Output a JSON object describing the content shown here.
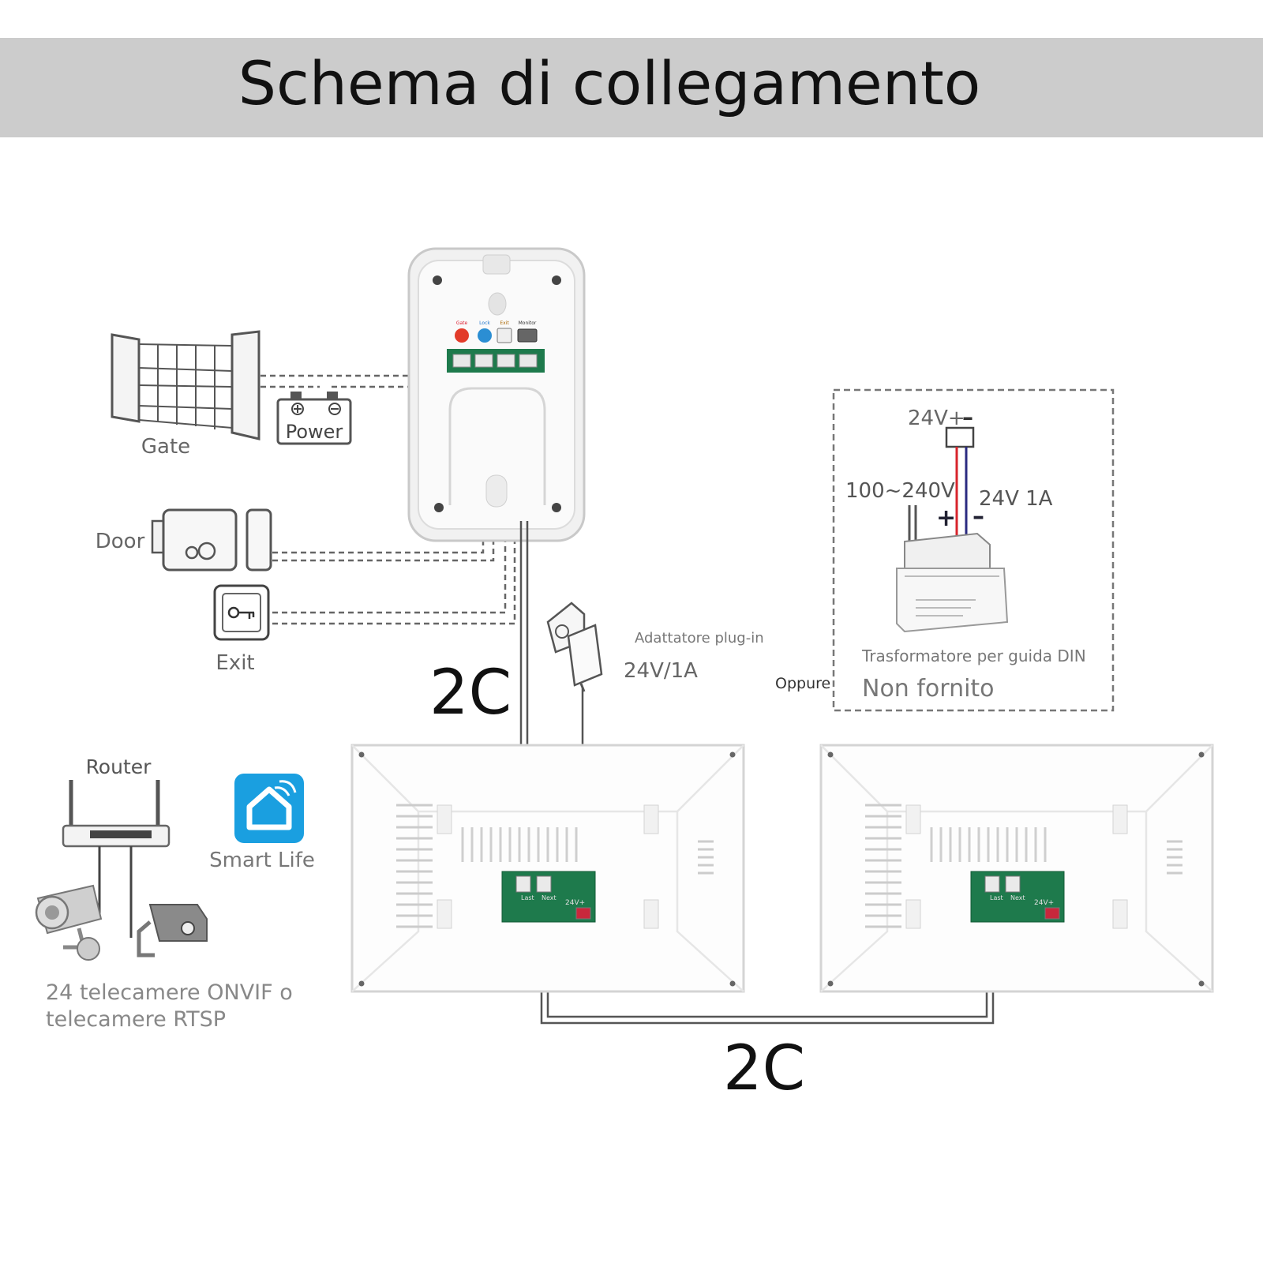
{
  "header": {
    "title": "Schema di collegamento"
  },
  "doorbell": {
    "terminals": [
      "Gate",
      "Lock",
      "Exit",
      "Monitor"
    ]
  },
  "devices": {
    "gate_label": "Gate",
    "power_label": "Power",
    "door_label": "Door",
    "exit_label": "Exit"
  },
  "wiring": {
    "doorbell_cable": "2C",
    "monitor_cable": "2C"
  },
  "adapter": {
    "title": "Adattatore plug-in",
    "rating": "24V/1A"
  },
  "or_label": "Oppure",
  "din": {
    "output_terminal": "24V+",
    "output_minus": "–",
    "input_voltage": "100~240V",
    "output_rating": "24V 1A",
    "plus_sign": "+",
    "minus_sign": "–",
    "title": "Trasformatore per guida DIN",
    "note": "Non fornito"
  },
  "network": {
    "router_label": "Router",
    "app_label": "Smart Life",
    "cameras_line1": "24 telecamere ONVIF o",
    "cameras_line2": "telecamere RTSP"
  },
  "monitor_ports": {
    "port1": "Last",
    "port2": "Next",
    "power": "24V+"
  },
  "colors": {
    "header_bg": "#cccccc",
    "wire": "#555555",
    "pcb": "#1e7a4c",
    "app_blue": "#1a9fe0",
    "wire_red": "#d8242c",
    "wire_blue": "#2a2a80"
  }
}
